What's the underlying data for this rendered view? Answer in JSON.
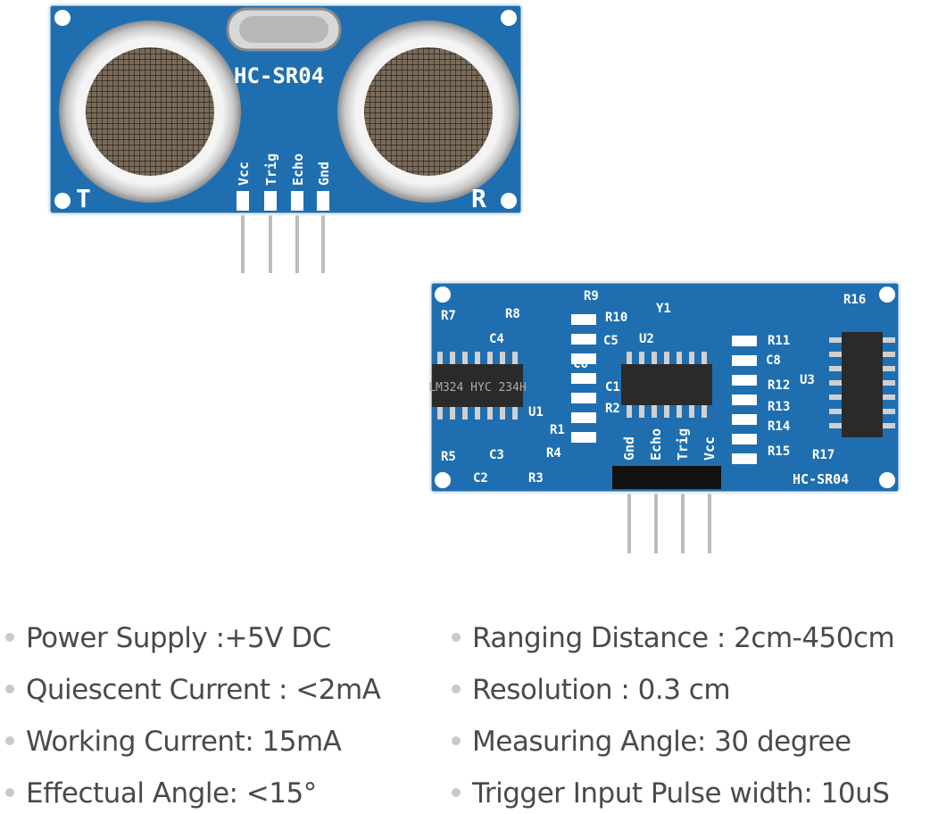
{
  "front_board": {
    "model": "HC-SR04",
    "transmitter_label": "T",
    "receiver_label": "R",
    "pins": [
      "Vcc",
      "Trig",
      "Echo",
      "Gnd"
    ]
  },
  "back_board": {
    "model": "HC-SR04",
    "pins": [
      "Gnd",
      "Echo",
      "Trig",
      "Vcc"
    ],
    "chip_marking": "LM324 HYC 234H",
    "component_labels": [
      "R7",
      "R8",
      "R9",
      "C4",
      "R10",
      "Y1",
      "R16",
      "C5",
      "U2",
      "R11",
      "C6",
      "C8",
      "C1",
      "R12",
      "U3",
      "R2",
      "R13",
      "U1",
      "R1",
      "R14",
      "R4",
      "R15",
      "R5",
      "C3",
      "R17",
      "C2",
      "R3"
    ]
  },
  "specs": {
    "left": [
      "Power Supply :+5V DC",
      "Quiescent Current : <2mA",
      "Working Current: 15mA",
      "Effectual Angle: <15°"
    ],
    "right": [
      "Ranging Distance : 2cm-450cm",
      "Resolution : 0.3 cm",
      "Measuring Angle: 30 degree",
      "Trigger Input Pulse width: 10uS"
    ]
  },
  "colors": {
    "pcb": "#1f6fb0",
    "text": "#4a4a4a",
    "bullet": "#c9c9c9"
  }
}
